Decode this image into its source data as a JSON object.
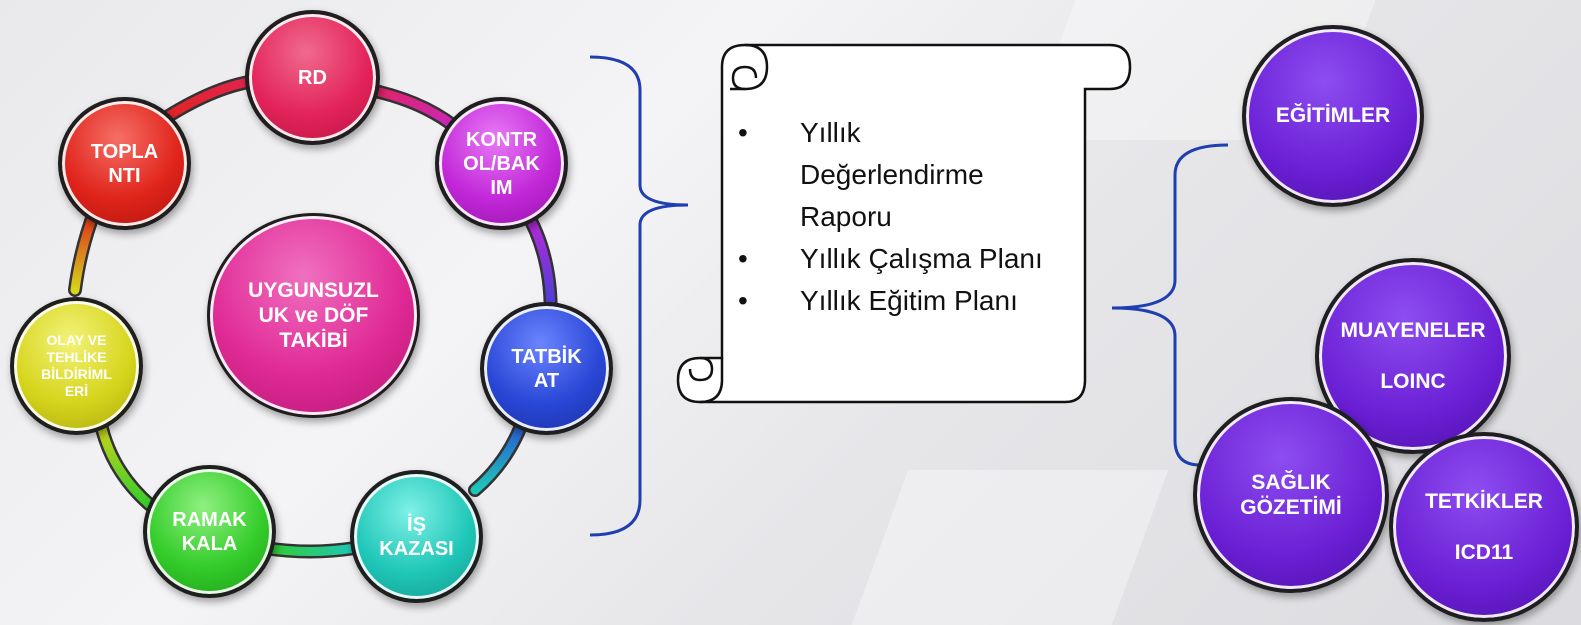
{
  "cycle": {
    "center": "UYGUNSUZL\nUK ve DÖF\nTAKİBİ",
    "nodes": [
      {
        "key": "rd",
        "label": "RD",
        "color": "#e3245a"
      },
      {
        "key": "kontrol",
        "label": "KONTR\nOL/BAK\nIM",
        "color": "#c227d8"
      },
      {
        "key": "tatbikat",
        "label": "TATBİK\nAT",
        "color": "#2947d6"
      },
      {
        "key": "is-kazasi",
        "label": "İŞ\nKAZASI",
        "color": "#1fc7b8"
      },
      {
        "key": "ramak-kala",
        "label": "RAMAK\nKALA",
        "color": "#33cc2a"
      },
      {
        "key": "olay",
        "label": "OLAY VE\nTEHLİKE\nBİLDİRİML\nERİ",
        "color": "#d6d51c"
      },
      {
        "key": "toplanti",
        "label": "TOPLA\nNTI",
        "color": "#e0241b"
      }
    ]
  },
  "scroll": {
    "items": [
      "Yıllık\nDeğerlendirme\nRaporu",
      "Yıllık Çalışma Planı",
      "Yıllık Eğitim Planı"
    ]
  },
  "right": {
    "egitimler": "EĞİTİMLER",
    "muayeneler": "MUAYENELER\n\nLOINC",
    "saglik": "SAĞLIK\nGÖZETİMİ",
    "tetkikler": "TETKİKLER\n\nICD11"
  }
}
